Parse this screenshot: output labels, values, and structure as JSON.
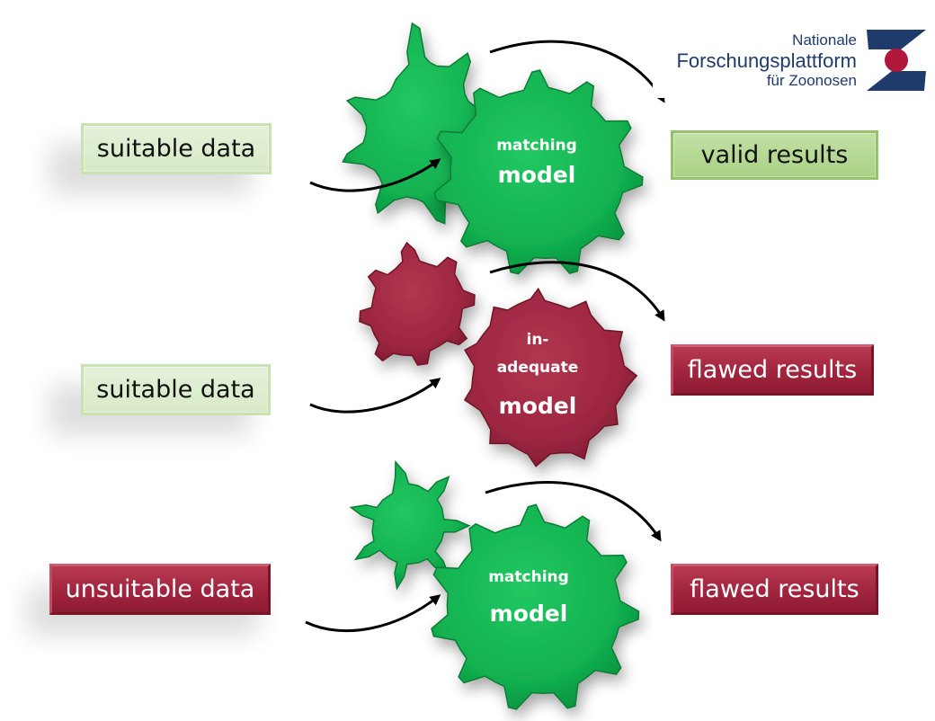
{
  "logo": {
    "line1": "Nationale",
    "line2": "Forschungsplattform",
    "line3": "für Zoonosen"
  },
  "rows": [
    {
      "input": {
        "label": "suitable data",
        "status": "green"
      },
      "model": {
        "line1": "matching",
        "line2": "model",
        "status": "green"
      },
      "output": {
        "label": "valid results",
        "status": "green"
      }
    },
    {
      "input": {
        "label": "suitable data",
        "status": "green"
      },
      "model": {
        "line1": "in-",
        "line2": "adequate",
        "line3": "model",
        "status": "red"
      },
      "output": {
        "label": "flawed results",
        "status": "red"
      }
    },
    {
      "input": {
        "label": "unsuitable data",
        "status": "red"
      },
      "model": {
        "line1": "matching",
        "line2": "model",
        "status": "green"
      },
      "output": {
        "label": "flawed results",
        "status": "red"
      }
    }
  ],
  "colors": {
    "green_gear": "#1fbd5d",
    "red_gear": "#a02a45",
    "green_box": "#c3e0a9",
    "red_box": "#a32640",
    "logo_blue": "#1f3b6b",
    "logo_red": "#b0173a"
  }
}
